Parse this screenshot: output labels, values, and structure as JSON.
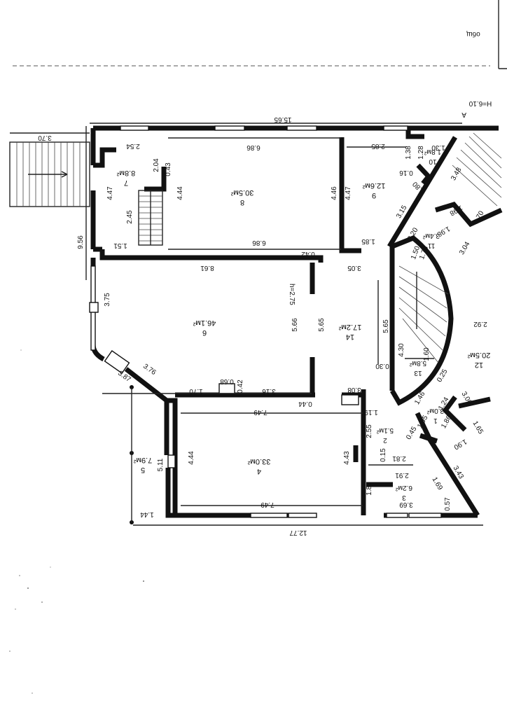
{
  "top_right": {
    "word": "общ",
    "axis_label": "А",
    "level": "H=6.10"
  },
  "porch": {
    "width": "3.70"
  },
  "rooms": [
    {
      "num": "4",
      "area": "33.0м²"
    },
    {
      "num": "5",
      "area": "7.9м²"
    },
    {
      "num": "6",
      "area": "46.1м²"
    },
    {
      "num": "7",
      "area": "8.8м²"
    },
    {
      "num": "8",
      "area": "30.5м²"
    },
    {
      "num": "9",
      "area": "12.6м²"
    },
    {
      "num": "10",
      "area": "1.8м²"
    },
    {
      "num": "11",
      "area": "3.4м²"
    },
    {
      "num": "12",
      "area": "20.5м²"
    },
    {
      "num": "13",
      "area": "5.8м²"
    },
    {
      "num": "14",
      "area": "17.2м²"
    },
    {
      "num": "1",
      "area": "3.0м²"
    },
    {
      "num": "2",
      "area": "5.1м²"
    },
    {
      "num": "3",
      "area": "6.2м²"
    }
  ],
  "ceiling_height": "h=2.75",
  "dims": {
    "top_total": "15.65",
    "bottom_total": "12.77",
    "left_total": "9.56",
    "d254": "2.54",
    "d686a": "6.86",
    "d285": "2.85",
    "d130": "1.30",
    "d447a": "4.47",
    "d204": "2.04",
    "d043": "0.43",
    "d444a": "4.44",
    "d245": "2.45",
    "d151": "1.51",
    "d686b": "6.86",
    "d446": "4.46",
    "d447b": "4.47",
    "d185": "1.85",
    "d042": "0.42",
    "d861": "8.61",
    "d305": "3.05",
    "d138": "1.38",
    "d128": "1.28",
    "d016": "0.16",
    "d080": "0.80",
    "d348": "3.48",
    "d315": "3.15",
    "d198a": "1.98",
    "d220": "2.20",
    "d150": "1.50",
    "d170a": "1.70",
    "d198b": "1.98",
    "d178": "1.78",
    "d304": "3.04",
    "d375": "3.75",
    "d566a": "5.66",
    "d565a": "5.65",
    "d565b": "5.65",
    "d292": "2.92",
    "d430": "4.30",
    "d160": "1.60",
    "d030": "0.30",
    "d376": "3.76",
    "d387": "3.87",
    "d068": "0.68",
    "d042b": "0.42",
    "d170b": "1.70",
    "d316": "3.16",
    "d044": "0.44",
    "d308": "3.08",
    "d025": "0.25",
    "d749a": "7.49",
    "d119": "1.19",
    "d146": "1.46",
    "d124": "1.24",
    "d300": "3.00",
    "d186": "1.86",
    "d165": "1.65",
    "d105": "1.05",
    "d045": "0.45",
    "d190": "1.90",
    "d255": "2.55",
    "d443": "4.43",
    "d015": "0.15",
    "d281": "2.81",
    "d291": "2.91",
    "d511": "5.11",
    "d444b": "4.44",
    "d180": "1.80",
    "d343": "3.43",
    "d169": "1.69",
    "d144": "1.44",
    "d749b": "7.49",
    "d369": "3.69",
    "d057": "0.57"
  }
}
